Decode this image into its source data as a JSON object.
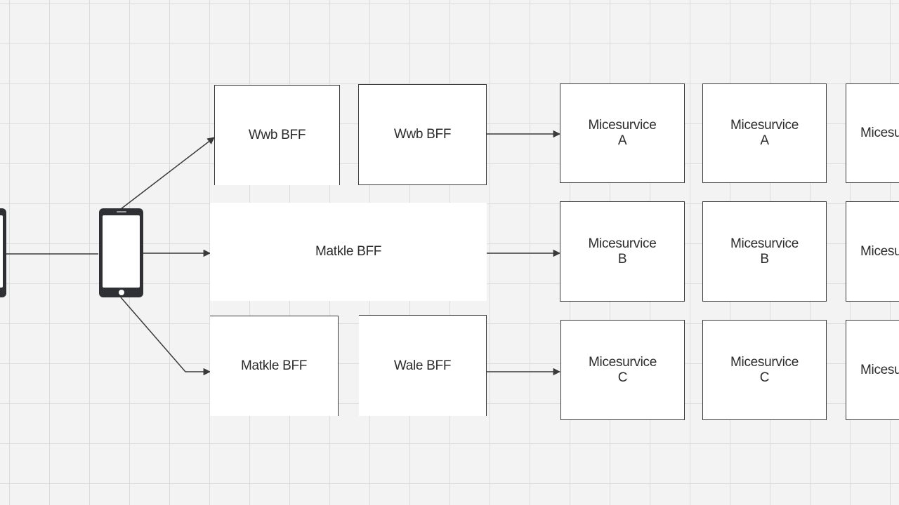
{
  "diagram": {
    "devices": [
      {
        "name": "phone-device-left"
      },
      {
        "name": "phone-device"
      }
    ],
    "bff_nodes": [
      {
        "name": "web-bff-node-1",
        "label": "Wwb BFF"
      },
      {
        "name": "web-bff-node-2",
        "label": "Wwb BFF"
      },
      {
        "name": "mobile-bff-node-center",
        "label": "Matkle BFF"
      },
      {
        "name": "mobile-bff-node-bottom",
        "label": "Matkle BFF"
      },
      {
        "name": "web-bff-node-bottom",
        "label": "Wale BFF"
      }
    ],
    "service_nodes": [
      {
        "name": "microservice-a-node-1",
        "label": "Micesurvice\nA"
      },
      {
        "name": "microservice-a-node-2",
        "label": "Micesurvice\nA"
      },
      {
        "name": "microservice-a-node-3",
        "label": "Micesu"
      },
      {
        "name": "microservice-b-node-1",
        "label": "Micesurvice\nB"
      },
      {
        "name": "microservice-b-node-2",
        "label": "Micesurvice\nB"
      },
      {
        "name": "microservice-b-node-3",
        "label": "Micesu"
      },
      {
        "name": "microservice-c-node-1",
        "label": "Micesurvice\nC"
      },
      {
        "name": "microservice-c-node-2",
        "label": "Micesurvice\nC"
      },
      {
        "name": "microservice-c-node-3",
        "label": "Micesu"
      }
    ],
    "colors": {
      "background": "#f3f3f3",
      "grid": "#dcdcdc",
      "node_fill": "#ffffff",
      "node_border": "#3a3a3a",
      "edge": "#3a3a3a",
      "phone_body": "#2e3033"
    }
  }
}
